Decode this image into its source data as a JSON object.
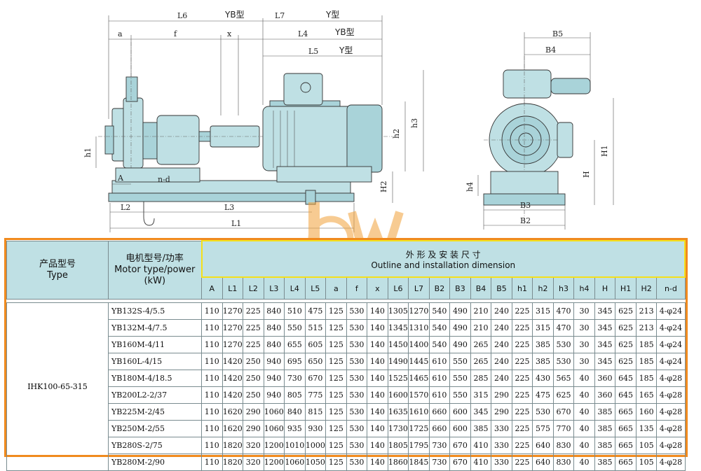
{
  "drawing_labels": {
    "L6": "L6",
    "YB_top": "YB型",
    "L7": "L7",
    "Y_top": "Y型",
    "a": "a",
    "f": "f",
    "x": "x",
    "L4": "L4",
    "YB_mid": "YB型",
    "L5": "L5",
    "Y_mid": "Y型",
    "h1": "h1",
    "h2": "h2",
    "h3": "h3",
    "H2": "H2",
    "A": "A",
    "n_d": "n-d",
    "L2": "L2",
    "L3": "L3",
    "L1": "L1",
    "B5": "B5",
    "B4": "B4",
    "H1": "H1",
    "H": "H",
    "h4": "h4",
    "B3": "B3",
    "B2": "B2"
  },
  "table": {
    "product_header_cn": "产品型号",
    "product_header_en": "Type",
    "motor_header_cn": "电机型号/功率",
    "motor_header_en": "Motor type/power",
    "motor_header_unit": "(kW)",
    "dimension_header_cn": "外 形 及 安 装 尺 寸",
    "dimension_header_en": "Outline and installation dimension",
    "columns": [
      "A",
      "L1",
      "L2",
      "L3",
      "L4",
      "L5",
      "a",
      "f",
      "x",
      "L6",
      "L7",
      "B2",
      "B3",
      "B4",
      "B5",
      "h1",
      "h2",
      "h3",
      "h4",
      "H",
      "H1",
      "H2",
      "n-d"
    ],
    "product_type": "IHK100-65-315",
    "rows": [
      {
        "motor": "YB132S-4/5.5",
        "values": [
          "110",
          "1270",
          "225",
          "840",
          "510",
          "475",
          "125",
          "530",
          "140",
          "1305",
          "1270",
          "540",
          "490",
          "210",
          "240",
          "225",
          "315",
          "470",
          "30",
          "345",
          "625",
          "213",
          "4-φ24"
        ]
      },
      {
        "motor": "YB132M-4/7.5",
        "values": [
          "110",
          "1270",
          "225",
          "840",
          "550",
          "515",
          "125",
          "530",
          "140",
          "1345",
          "1310",
          "540",
          "490",
          "210",
          "240",
          "225",
          "315",
          "470",
          "30",
          "345",
          "625",
          "213",
          "4-φ24"
        ]
      },
      {
        "motor": "YB160M-4/11",
        "values": [
          "110",
          "1270",
          "225",
          "840",
          "655",
          "605",
          "125",
          "530",
          "140",
          "1450",
          "1400",
          "540",
          "490",
          "265",
          "240",
          "225",
          "385",
          "530",
          "30",
          "345",
          "625",
          "185",
          "4-φ24"
        ]
      },
      {
        "motor": "YB160L-4/15",
        "values": [
          "110",
          "1420",
          "250",
          "940",
          "695",
          "650",
          "125",
          "530",
          "140",
          "1490",
          "1445",
          "610",
          "550",
          "265",
          "240",
          "225",
          "385",
          "530",
          "30",
          "345",
          "625",
          "185",
          "4-φ24"
        ]
      },
      {
        "motor": "YB180M-4/18.5",
        "values": [
          "110",
          "1420",
          "250",
          "940",
          "730",
          "670",
          "125",
          "530",
          "140",
          "1525",
          "1465",
          "610",
          "550",
          "285",
          "240",
          "225",
          "430",
          "565",
          "40",
          "360",
          "645",
          "185",
          "4-φ28"
        ]
      },
      {
        "motor": "YB200L2-2/37",
        "values": [
          "110",
          "1420",
          "250",
          "940",
          "805",
          "775",
          "125",
          "530",
          "140",
          "1600",
          "1570",
          "610",
          "550",
          "315",
          "290",
          "225",
          "475",
          "625",
          "40",
          "360",
          "645",
          "165",
          "4-φ28"
        ]
      },
      {
        "motor": "YB225M-2/45",
        "values": [
          "110",
          "1620",
          "290",
          "1060",
          "840",
          "815",
          "125",
          "530",
          "140",
          "1635",
          "1610",
          "660",
          "600",
          "345",
          "290",
          "225",
          "530",
          "670",
          "40",
          "385",
          "665",
          "160",
          "4-φ28"
        ]
      },
      {
        "motor": "YB250M-2/55",
        "values": [
          "110",
          "1620",
          "290",
          "1060",
          "935",
          "930",
          "125",
          "530",
          "140",
          "1730",
          "1725",
          "660",
          "600",
          "385",
          "330",
          "225",
          "575",
          "770",
          "40",
          "385",
          "665",
          "135",
          "4-φ28"
        ]
      },
      {
        "motor": "YB280S-2/75",
        "values": [
          "110",
          "1820",
          "320",
          "1200",
          "1010",
          "1000",
          "125",
          "530",
          "140",
          "1805",
          "1795",
          "730",
          "670",
          "410",
          "330",
          "225",
          "640",
          "830",
          "40",
          "385",
          "665",
          "105",
          "4-φ28"
        ]
      },
      {
        "motor": "YB280M-2/90",
        "values": [
          "110",
          "1820",
          "320",
          "1200",
          "1060",
          "1050",
          "125",
          "530",
          "140",
          "1860",
          "1845",
          "730",
          "670",
          "410",
          "330",
          "225",
          "640",
          "830",
          "40",
          "385",
          "665",
          "105",
          "4-φ28"
        ]
      }
    ]
  },
  "colors": {
    "header_bg": "#bfe0e4",
    "frame": "#f08a1e",
    "title_border": "#f5e01a"
  }
}
